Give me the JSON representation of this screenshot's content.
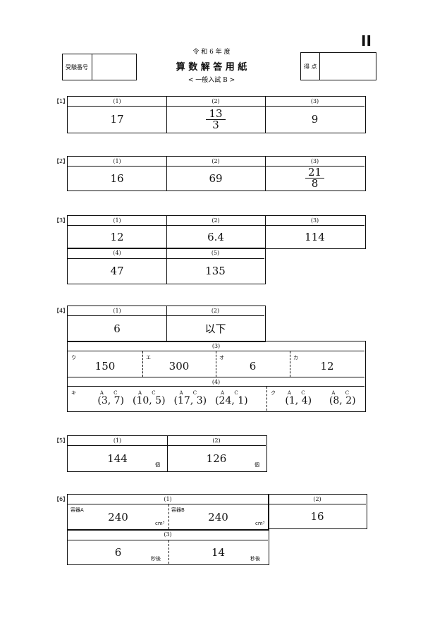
{
  "header": {
    "mark": "II",
    "exam_number_label": "受験番号",
    "year": "令 和 6 年 度",
    "title": "算 数 解 答 用 紙",
    "subtitle": "< 一般入試 B >",
    "score_label": "得 点"
  },
  "q1": {
    "label": "【1】",
    "h": [
      "(1)",
      "(2)",
      "(3)"
    ],
    "a1": "17",
    "a2_num": "13",
    "a2_den": "3",
    "a3": "9"
  },
  "q2": {
    "label": "【2】",
    "h": [
      "(1)",
      "(2)",
      "(3)"
    ],
    "a1": "16",
    "a2": "69",
    "a3_num": "21",
    "a3_den": "8"
  },
  "q3": {
    "label": "【3】",
    "h": [
      "(1)",
      "(2)",
      "(3)",
      "(4)",
      "(5)"
    ],
    "a": [
      "12",
      "6.4",
      "114",
      "47",
      "135"
    ]
  },
  "q4": {
    "label": "【4】",
    "h": [
      "(1)",
      "(2)",
      "(3)",
      "(4)"
    ],
    "a1": "6",
    "a2": "以下",
    "p3": [
      {
        "k": "ウ",
        "v": "150"
      },
      {
        "k": "エ",
        "v": "300"
      },
      {
        "k": "オ",
        "v": "6"
      },
      {
        "k": "カ",
        "v": "12"
      }
    ],
    "ki_label": "キ",
    "ku_label": "ク",
    "ac": "A C",
    "ki": [
      "(3, 7)",
      "(10, 5)",
      "(17, 3)",
      "(24, 1)"
    ],
    "ku": [
      "(1, 4)",
      "(8, 2)"
    ]
  },
  "q5": {
    "label": "【5】",
    "h": [
      "(1)",
      "(2)"
    ],
    "a1": "144",
    "a2": "126",
    "unit": "個"
  },
  "q6": {
    "label": "【6】",
    "h": [
      "(1)",
      "(2)",
      "(3)"
    ],
    "a_label": "容器A",
    "b_label": "容器B",
    "a": "240",
    "b": "240",
    "vol_unit": "cm³",
    "a2": "16",
    "t1": "6",
    "t2": "14",
    "time_unit": "秒後"
  }
}
